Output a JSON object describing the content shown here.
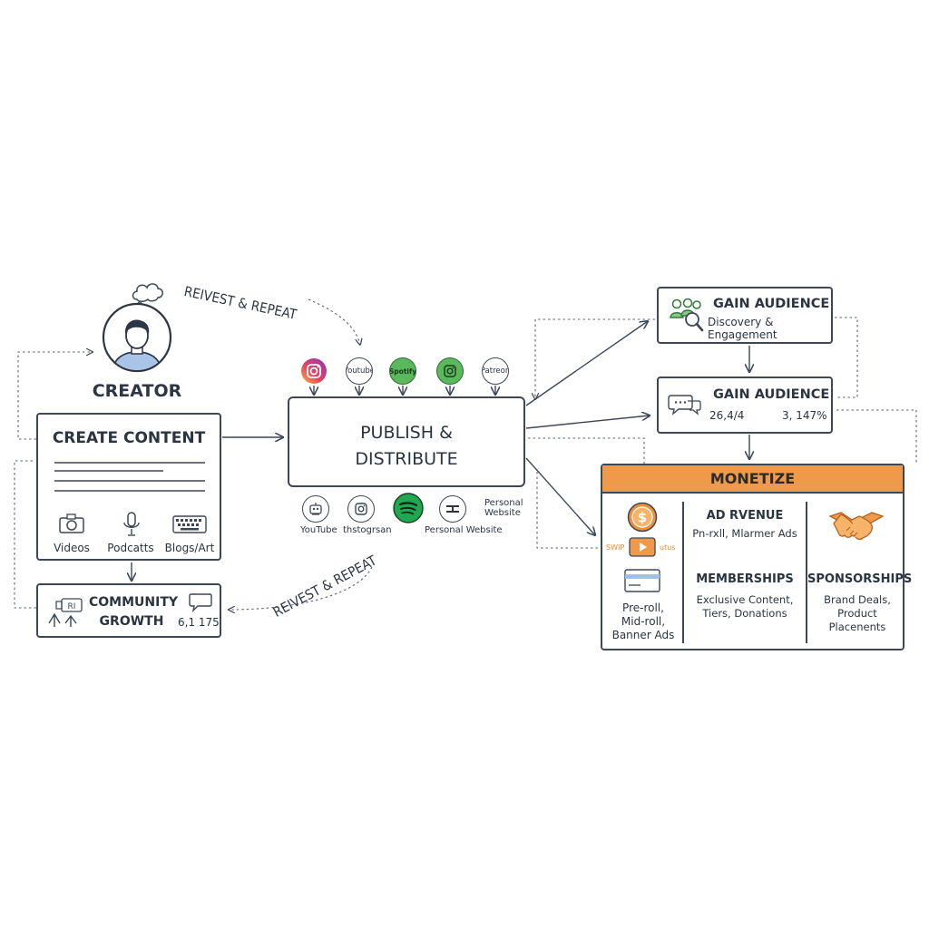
{
  "creator": {
    "label": "CREATOR"
  },
  "loop_labels": {
    "top": "REIVEST & REPEAT",
    "bottom": "REIVEST & REPEAT"
  },
  "create_content": {
    "title": "CREATE CONTENT",
    "items": [
      {
        "label": "Videos",
        "icon": "camera-icon"
      },
      {
        "label": "Podcatts",
        "icon": "microphone-icon"
      },
      {
        "label": "Blogs/Art",
        "icon": "keyboard-icon"
      }
    ]
  },
  "community": {
    "title_line1": "COMMUNITY",
    "title_line2": "GROWTH",
    "count": "6,1 175"
  },
  "publish": {
    "title_line1": "PUBLISH &",
    "title_line2": "DISTRIBUTE"
  },
  "platforms_top": [
    {
      "label": "",
      "icon": "instagram-icon"
    },
    {
      "label": "Youtube",
      "icon": "youtube-circle"
    },
    {
      "label": "Spotify",
      "icon": "spotify-circle"
    },
    {
      "label": "",
      "icon": "instagram-outline-icon"
    },
    {
      "label": "Patreon",
      "icon": "patreon-circle"
    }
  ],
  "platforms_bottom": [
    {
      "label": "YouTube",
      "icon": "robot-icon"
    },
    {
      "label": "thstogrsan",
      "icon": "instagram-outline-icon"
    },
    {
      "label": "",
      "icon": "spotify-icon"
    },
    {
      "label": "Personal Website",
      "icon": "website-icon"
    },
    {
      "label": "Personal Website",
      "icon": "none"
    }
  ],
  "gain_audience_1": {
    "title": "GAIN AUDIENCE",
    "subtitle": "Discovery & Engagement"
  },
  "gain_audience_2": {
    "title": "GAIN AUDIENCE",
    "stat1": "26,4/4",
    "stat2": "3, 147%"
  },
  "monetize": {
    "title": "MONETIZE",
    "ad_revenue": {
      "title": "AD RVENUE",
      "subtitle": "Pn-rxll, Mlarmer Ads"
    },
    "ad_left_text": [
      "Pre-roll,",
      "Mid-roll,",
      "Banner Ads"
    ],
    "ad_tags": [
      "SWIP",
      "utus"
    ],
    "memberships": {
      "title": "MEMBERSHIPS",
      "text": [
        "Exclusive Content,",
        "Tiers, Donations"
      ]
    },
    "sponsorships": {
      "title": "SPONSORSHIPS",
      "text": [
        "Brand Deals,",
        "Product",
        "Placenents"
      ]
    }
  },
  "colors": {
    "ink": "#3d4756",
    "accent_orange": "#ef9a4a",
    "green": "#5cb85c"
  }
}
